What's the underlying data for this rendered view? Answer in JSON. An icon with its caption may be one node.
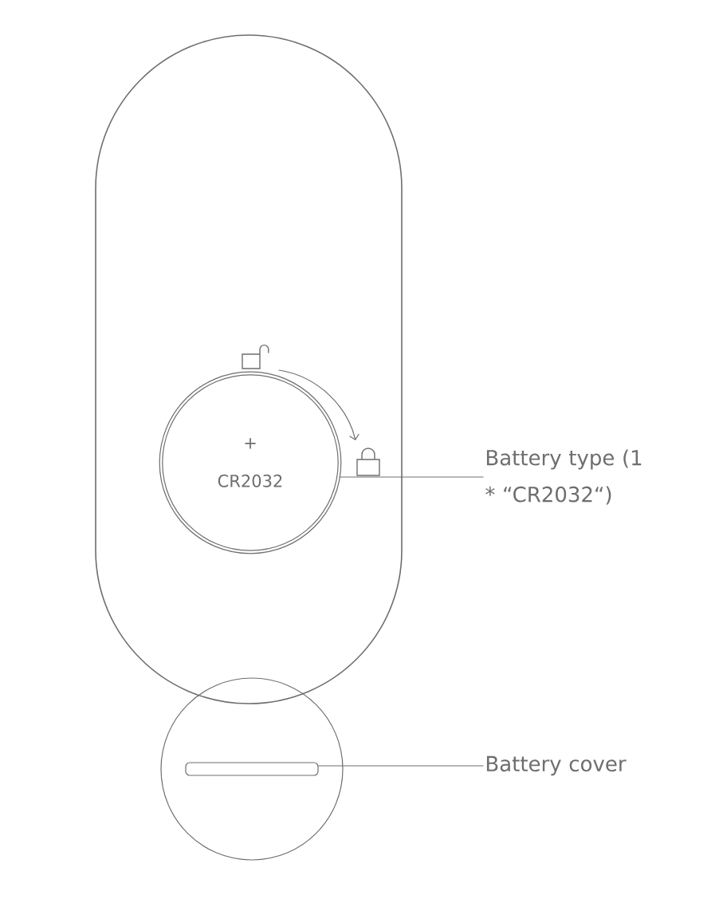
{
  "diagram": {
    "nodes": [
      {
        "text": [
          "Battery type (1 * “CR2032“)"
        ]
      },
      {
        "text": [
          "+",
          "CR2032"
        ]
      },
      {
        "text": [
          "Battery cover"
        ]
      },
      {
        "text": [],
        "shape": "circle"
      },
      {
        "text": [],
        "shape": "bar",
        "in": 3
      }
    ],
    "edges": [
      {
        "from": 0,
        "to": 1,
        "arrow": "none"
      },
      {
        "from": 2,
        "to": 4,
        "arrow": "none"
      }
    ]
  }
}
